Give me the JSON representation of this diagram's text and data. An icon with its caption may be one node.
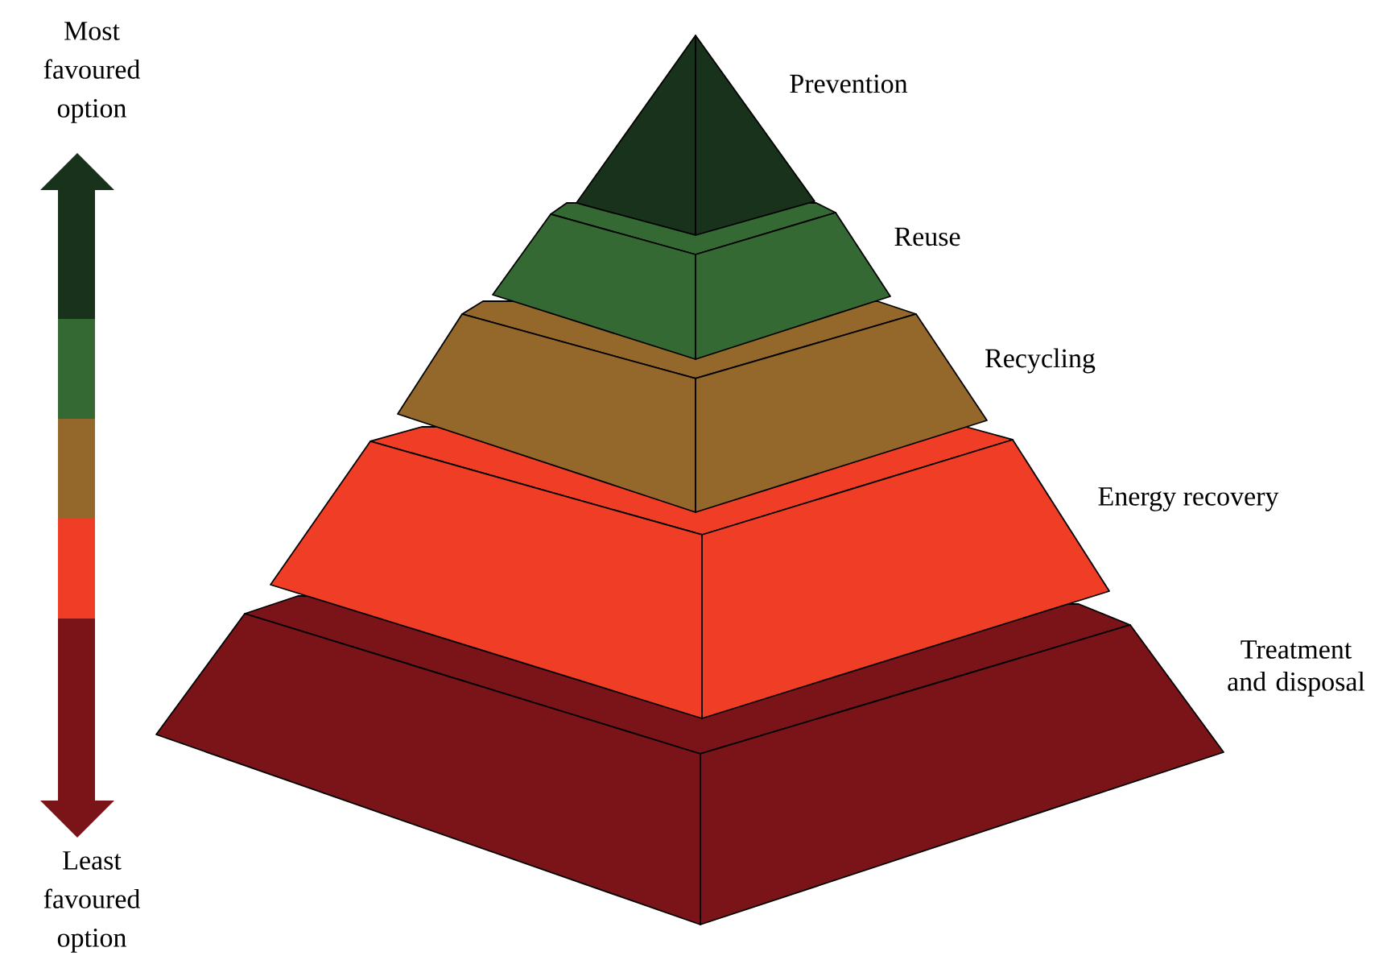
{
  "diagram": {
    "nodes": [
      {
        "text": [
          "Prevention"
        ]
      },
      {
        "text": [
          "Reuse"
        ]
      },
      {
        "text": [
          "Recycling"
        ]
      },
      {
        "text": [
          "Energy recovery"
        ]
      },
      {
        "text": [
          "Treatment and disposal"
        ]
      }
    ],
    "labels": [
      "Most favoured option",
      "Least favoured option"
    ]
  }
}
